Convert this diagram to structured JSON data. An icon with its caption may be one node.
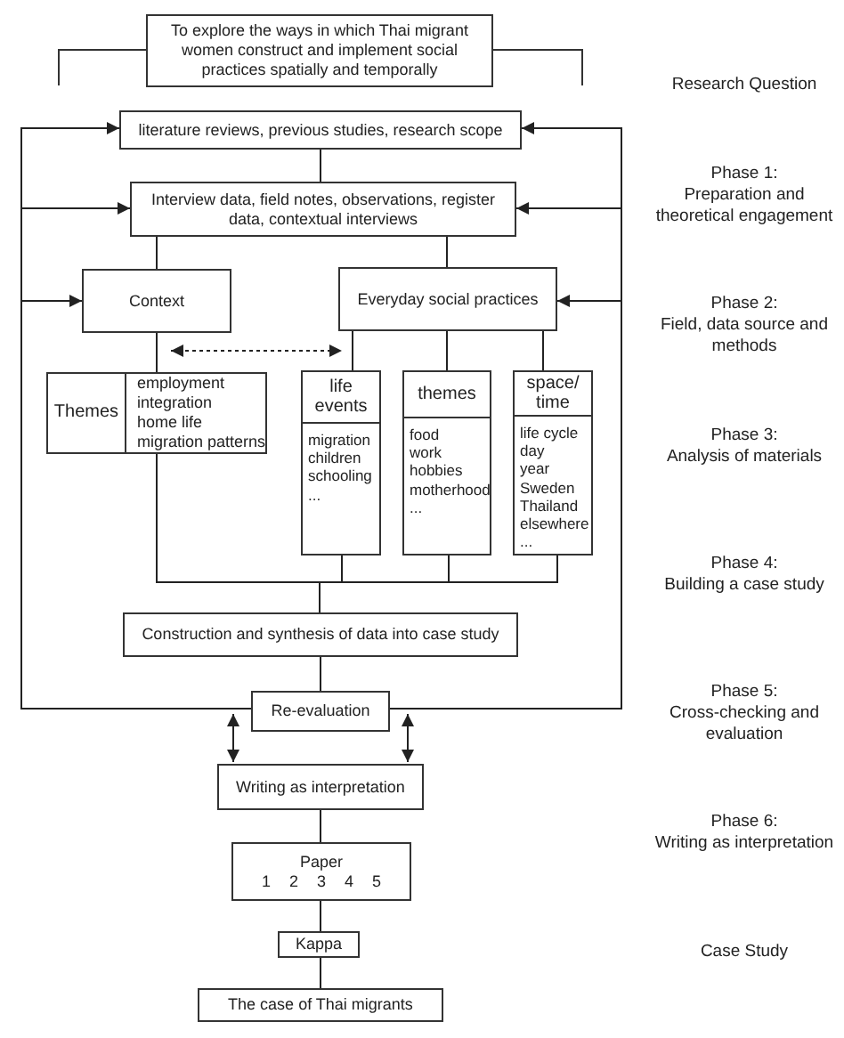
{
  "diagram": {
    "nodes": [
      {
        "text": [
          "To explore the ways in which Thai migrant women construct and implement social practices spatially and temporally"
        ]
      },
      {
        "text": [
          "literature reviews, previous studies, research scope"
        ]
      },
      {
        "text": [
          "Interview data, field notes, observations, register data, contextual interviews"
        ]
      },
      {
        "text": [
          "Context"
        ]
      },
      {
        "text": [
          "Everyday social practices"
        ]
      },
      {
        "text": [
          "Themes",
          "employment",
          "integration",
          "home life",
          "migration patterns"
        ]
      },
      {
        "text": [
          "life events",
          "migration",
          "children",
          "schooling",
          "..."
        ]
      },
      {
        "text": [
          "themes",
          "food",
          "work",
          "hobbies",
          "motherhood",
          "..."
        ]
      },
      {
        "text": [
          "space/ time",
          "life cycle",
          "day",
          "year",
          "Sweden",
          "Thailand",
          "elsewhere",
          "..."
        ]
      },
      {
        "text": [
          "Construction and synthesis of data into case study"
        ]
      },
      {
        "text": [
          "Re-evaluation"
        ]
      },
      {
        "text": [
          "Writing as interpretation"
        ]
      },
      {
        "text": [
          "Paper",
          "1 2 3 4 5"
        ]
      },
      {
        "text": [
          "Kappa"
        ]
      },
      {
        "text": [
          "The case of Thai migrants"
        ]
      }
    ],
    "edges": [
      {
        "from": 1,
        "to": 2,
        "arrow": "none"
      },
      {
        "from": 2,
        "to": 3,
        "arrow": "none"
      },
      {
        "from": 2,
        "to": 4,
        "arrow": "none"
      },
      {
        "from": 3,
        "to": 4,
        "arrow": "both",
        "style": "dashed"
      },
      {
        "from": 3,
        "to": 5,
        "arrow": "none"
      },
      {
        "from": 4,
        "to": 6,
        "arrow": "none"
      },
      {
        "from": 4,
        "to": 7,
        "arrow": "none"
      },
      {
        "from": 4,
        "to": 8,
        "arrow": "none"
      },
      {
        "from": 5,
        "to": 9,
        "arrow": "none"
      },
      {
        "from": 6,
        "to": 9,
        "arrow": "none"
      },
      {
        "from": 7,
        "to": 9,
        "arrow": "none"
      },
      {
        "from": 8,
        "to": 9,
        "arrow": "none"
      },
      {
        "from": 9,
        "to": 10,
        "arrow": "none"
      },
      {
        "from": 10,
        "to": 1,
        "arrow": "to"
      },
      {
        "from": 10,
        "to": 2,
        "arrow": "to"
      },
      {
        "from": 10,
        "to": 3,
        "arrow": "to"
      },
      {
        "from": 10,
        "to": 1,
        "arrow": "to"
      },
      {
        "from": 10,
        "to": 2,
        "arrow": "to"
      },
      {
        "from": 10,
        "to": 4,
        "arrow": "to"
      },
      {
        "from": 10,
        "to": 11,
        "arrow": "both"
      },
      {
        "from": 10,
        "to": 11,
        "arrow": "both"
      },
      {
        "from": 11,
        "to": 12,
        "arrow": "none"
      },
      {
        "from": 12,
        "to": 13,
        "arrow": "none"
      },
      {
        "from": 13,
        "to": 14,
        "arrow": "none"
      }
    ],
    "labels": [
      "Research Question",
      "Phase 1:",
      "Preparation and theoretical engagement",
      "Phase 2:",
      "Field, data source and methods",
      "Phase 3:",
      "Analysis of materials",
      "Phase 4:",
      "Building a case study",
      "Phase 5:",
      "Cross-checking and evaluation",
      "Phase 6:",
      "Writing as interpretation",
      "Case Study"
    ]
  }
}
